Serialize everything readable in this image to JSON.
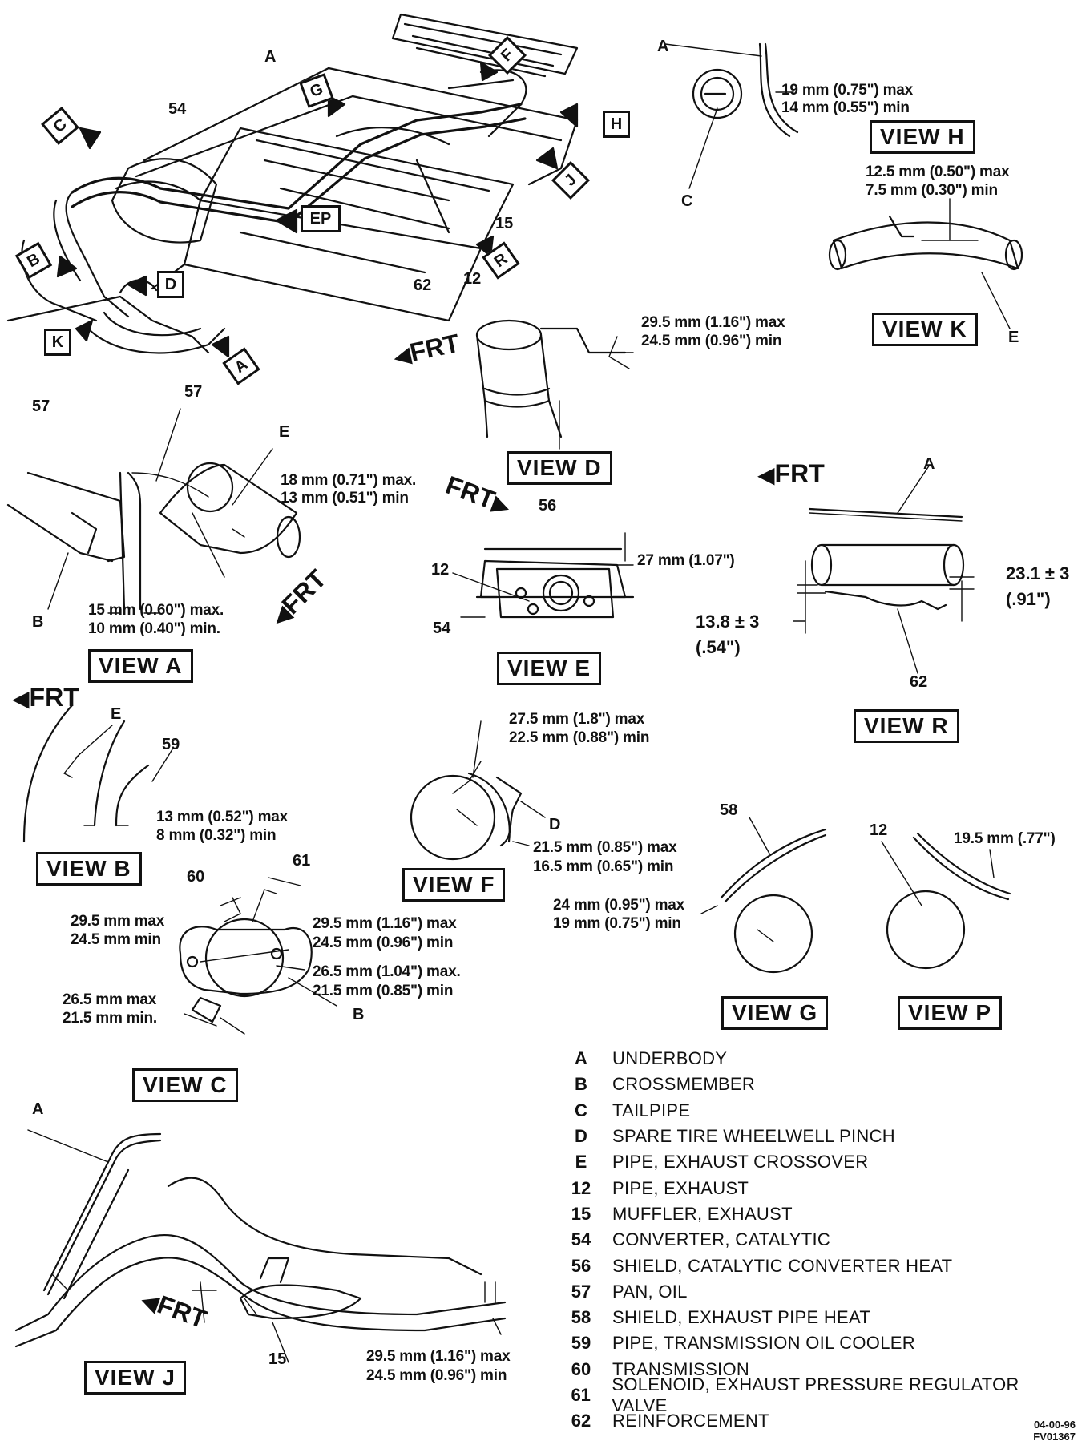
{
  "title": "",
  "refs": {
    "A": "A",
    "B": "B",
    "C": "C",
    "D": "D",
    "E": "E",
    "n12": "12",
    "n15": "15",
    "n54": "54",
    "n56": "56",
    "n57": "57",
    "n58": "58",
    "n59": "59",
    "n60": "60",
    "n61": "61",
    "n62": "62"
  },
  "direction_label": "FRT",
  "view_flags": [
    "C",
    "G",
    "F",
    "H",
    "J",
    "EP",
    "B",
    "D",
    "K",
    "A",
    "R"
  ],
  "views": {
    "H": {
      "label": "VIEW H",
      "max": "19 mm (0.75\") max",
      "min": "14 mm (0.55\") min"
    },
    "K": {
      "label": "VIEW K",
      "max": "12.5 mm (0.50\") max",
      "min": "7.5 mm (0.30\") min"
    },
    "D": {
      "label": "VIEW D",
      "max": "29.5 mm (1.16\") max",
      "min": "24.5 mm (0.96\") min"
    },
    "A": {
      "label": "VIEW A",
      "top_max": "18 mm (0.71\") max.",
      "top_min": "13 mm (0.51\") min",
      "bot_max": "15 mm (0.60\") max.",
      "bot_min": "10 mm (0.40\") min."
    },
    "E": {
      "label": "VIEW E",
      "dim": "27 mm (1.07\")"
    },
    "R": {
      "label": "VIEW R",
      "right_dim": "23.1 ± 3",
      "right_in": "(.91\")",
      "left_dim": "13.8 ± 3",
      "left_in": "(.54\")"
    },
    "B": {
      "label": "VIEW B",
      "max": "13 mm (0.52\") max",
      "min": "8 mm (0.32\") min"
    },
    "F": {
      "label": "VIEW F",
      "top_max": "27.5 mm (1.8\") max",
      "top_min": "22.5 mm (0.88\") min",
      "bot_max": "21.5 mm (0.85\") max",
      "bot_min": "16.5 mm (0.65\") min"
    },
    "G": {
      "label": "VIEW G",
      "max": "24 mm (0.95\") max",
      "min": "19 mm (0.75\") min"
    },
    "P": {
      "label": "VIEW P",
      "dim": "19.5 mm (.77\")"
    },
    "C": {
      "label": "VIEW C",
      "a_max": "29.5 mm max",
      "a_min": "24.5 mm min",
      "b_max": "29.5 mm (1.16\") max",
      "b_min": "24.5 mm (0.96\") min",
      "c_max": "26.5 mm (1.04\") max.",
      "c_min": "21.5 mm (0.85\") min",
      "d_max": "26.5 mm max",
      "d_min": "21.5 mm min."
    },
    "J": {
      "label": "VIEW J",
      "max": "29.5 mm (1.16\") max",
      "min": "24.5 mm (0.96\") min"
    }
  },
  "legend": [
    {
      "key": "A",
      "text": "UNDERBODY"
    },
    {
      "key": "B",
      "text": "CROSSMEMBER"
    },
    {
      "key": "C",
      "text": "TAILPIPE"
    },
    {
      "key": "D",
      "text": "SPARE TIRE WHEELWELL PINCH"
    },
    {
      "key": "E",
      "text": "PIPE, EXHAUST CROSSOVER"
    },
    {
      "key": "12",
      "text": "PIPE, EXHAUST"
    },
    {
      "key": "15",
      "text": "MUFFLER, EXHAUST"
    },
    {
      "key": "54",
      "text": "CONVERTER, CATALYTIC"
    },
    {
      "key": "56",
      "text": "SHIELD, CATALYTIC CONVERTER HEAT"
    },
    {
      "key": "57",
      "text": "PAN, OIL"
    },
    {
      "key": "58",
      "text": "SHIELD, EXHAUST PIPE HEAT"
    },
    {
      "key": "59",
      "text": "PIPE, TRANSMISSION OIL COOLER"
    },
    {
      "key": "60",
      "text": "TRANSMISSION"
    },
    {
      "key": "61",
      "text": "SOLENOID, EXHAUST PRESSURE REGULATOR VALVE"
    },
    {
      "key": "62",
      "text": "REINFORCEMENT"
    }
  ],
  "stamp": {
    "line1": "04-00-96",
    "line2": "FV01367"
  }
}
